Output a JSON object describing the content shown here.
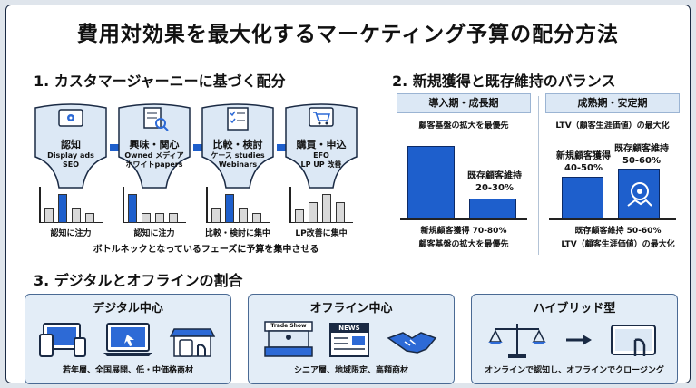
{
  "title": "費用対効果を最大化するマーケティング予算の配分方法",
  "section1": {
    "title": "1. カスタマージャーニーに基づく配分",
    "stages": [
      {
        "name": "認知",
        "sub": "Display ads\nSEO",
        "icon": "browser-icon"
      },
      {
        "name": "興味・関心",
        "sub": "Owned メディア\nホワイトpapers",
        "icon": "document-search-icon"
      },
      {
        "name": "比較・検討",
        "sub": "ケース studies\nWebinars",
        "icon": "checklist-icon"
      },
      {
        "name": "購買・申込",
        "sub": "EFO\nLP UP 改善",
        "icon": "shopping-cart-icon"
      }
    ],
    "charts": [
      {
        "label": "認知に注力",
        "values": [
          0.45,
          0.85,
          0.45,
          0.3
        ],
        "highlight": [
          0,
          1,
          0,
          0
        ]
      },
      {
        "label": "認知に注力",
        "values": [
          0.85,
          0.3,
          0.3,
          0.3
        ],
        "highlight": [
          1,
          0,
          0,
          0
        ]
      },
      {
        "label": "比較・検討に集中",
        "values": [
          0.45,
          0.85,
          0.45,
          0.3
        ],
        "highlight": [
          0,
          1,
          0,
          0
        ]
      },
      {
        "label": "LP改善に集中",
        "values": [
          0.4,
          0.6,
          0.85,
          0.6
        ],
        "highlight": [
          0,
          0,
          0,
          0
        ]
      }
    ],
    "bottleneck_note": "ボトルネックとなっているフェーズに予算を集中させる"
  },
  "section2": {
    "title": "2. 新規獲得と既存維持のバランス",
    "panels": [
      {
        "head": "導入期・成長期",
        "top_note": "顧客基盤の拡大を最優先",
        "bars": [
          {
            "label": "新規顧客獲得 70-80%",
            "value": 75
          },
          {
            "label": "既存顧客維持\n20-30%",
            "value": 25
          }
        ],
        "bottom_note": "顧客基盤の拡大を最優先"
      },
      {
        "head": "成熟期・安定期",
        "top_note": "LTV（顧客生涯価値）の最大化",
        "bars": [
          {
            "label": "新規顧客獲得\n40-50%",
            "value": 45
          },
          {
            "label": "既存顧客維持\n50-60%",
            "value": 55
          }
        ],
        "bottom_label": "既存顧客維持 50-60%",
        "bottom_note": "LTV（顧客生涯価値）の最大化"
      }
    ]
  },
  "section3": {
    "title": "3. デジタルとオフラインの割合",
    "cards": [
      {
        "title": "デジタル中心",
        "foot": "若年層、全国展開、低・中価格商材",
        "icons": [
          "devices-icon",
          "laptop-icon",
          "mobile-shop-icon"
        ]
      },
      {
        "title": "オフライン中心",
        "foot": "シニア層、地域限定、高額商材",
        "booth_label": "Trade Show",
        "news_label": "NEWS",
        "icons": [
          "trade-show-booth-icon",
          "newspaper-icon",
          "handshake-icon"
        ]
      },
      {
        "title": "ハイブリッド型",
        "foot": "オンラインで認知し、オフラインでクロージング",
        "icons": [
          "balance-scale-icon",
          "arrow-right-icon",
          "tablet-touch-icon"
        ]
      }
    ]
  },
  "colors": {
    "accent": "#1e5fcc",
    "panel": "#dce8f5",
    "gray_bar": "#d9d9d9",
    "card_bg": "#e3edf7"
  }
}
